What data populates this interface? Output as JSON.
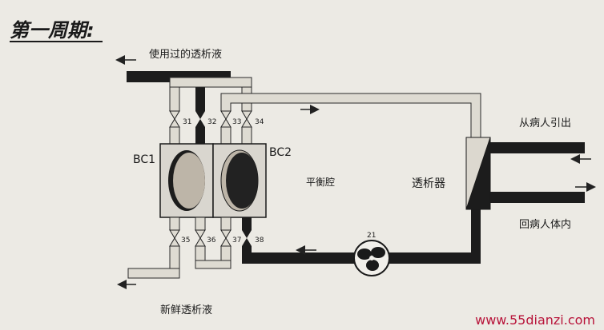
{
  "title": "第一周期:",
  "labels": {
    "used_dialysate": "使用过的透析液",
    "fresh_dialysate": "新鲜透析液",
    "from_patient": "从病人引出",
    "to_patient": "回病人体内",
    "dialyzer": "透析器",
    "balance_chamber": "平衡腔",
    "bc1": "BC1",
    "bc2": "BC2",
    "pump_num": "21"
  },
  "valves": [
    "31",
    "32",
    "33",
    "34",
    "35",
    "36",
    "37",
    "38"
  ],
  "watermark": "www.55dianzi.com",
  "colors": {
    "pipe_dark": "#1c1c1c",
    "pipe_light": "#dedbd2",
    "pipe_outline": "#2a2a2a",
    "background": "#eceae4",
    "watermark": "#b8143a",
    "chamber_fill": "#d9d6cf",
    "membrane_light": "#bdb5a8",
    "membrane_dark": "#222222"
  }
}
